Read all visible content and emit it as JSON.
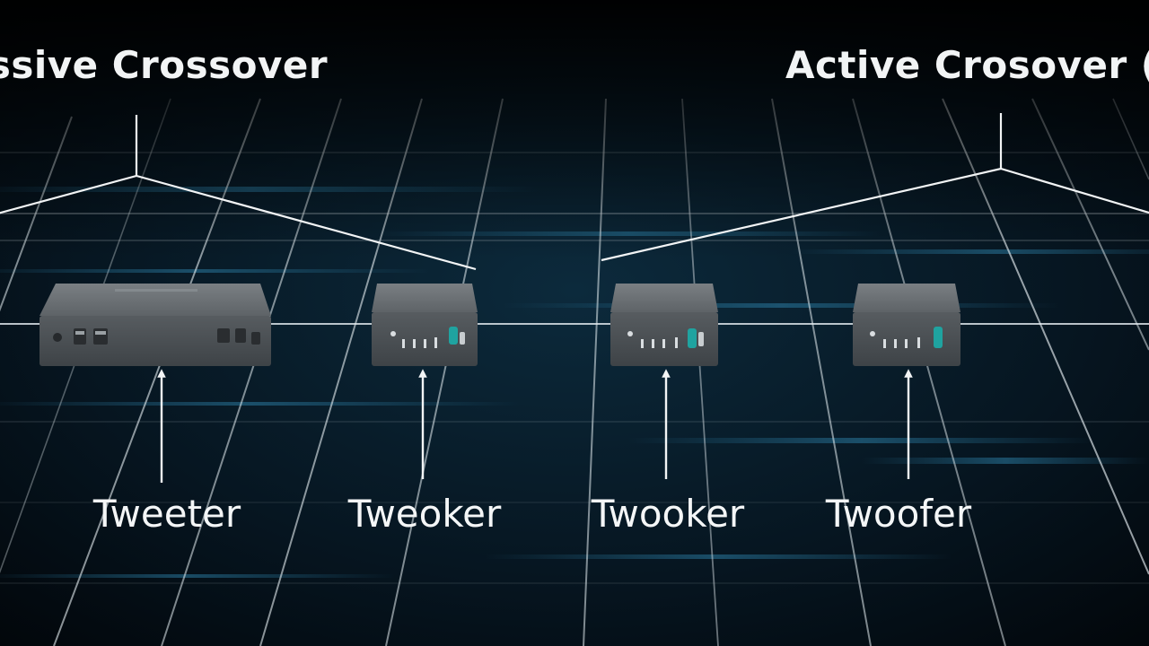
{
  "diagram": {
    "sections": [
      {
        "title": "assive Crossover"
      },
      {
        "title": "Active Crosover (I"
      }
    ],
    "devices": [
      {
        "label": "Tweeter",
        "icon": "crossover-unit-icon"
      },
      {
        "label": "Tweoker",
        "icon": "crossover-unit-icon"
      },
      {
        "label": "Twooker",
        "icon": "crossover-unit-icon"
      },
      {
        "label": "Twoofer",
        "icon": "crossover-unit-icon"
      }
    ],
    "colors": {
      "background": "#03080c",
      "grid_line": "#ffffff",
      "glow": "#1e5a7a",
      "device_top": "#6f7478",
      "device_front": "#4f5458",
      "accent": "#1fa3a0",
      "text": "#f2f4f5"
    }
  }
}
